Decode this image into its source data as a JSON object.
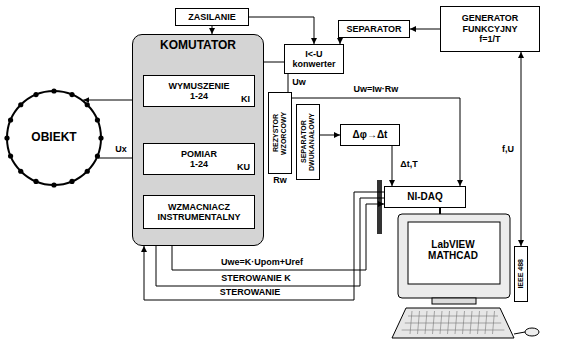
{
  "diagram": {
    "nodes": [
      {
        "text": [
          "ZASILANIE"
        ]
      },
      {
        "text": [
          "SEPARATOR"
        ]
      },
      {
        "text": [
          "GENERATOR FUNKCYJNY",
          "f=1/T"
        ]
      },
      {
        "text": [
          "KOMUTATOR"
        ]
      },
      {
        "text": [
          "WYMUSZENIE",
          "1-24",
          "KI"
        ],
        "in": 3
      },
      {
        "text": [
          "POMIAR",
          "1-24",
          "KU"
        ],
        "in": 3
      },
      {
        "text": [
          "WZMACNIACZ INSTRUMENTALNY"
        ],
        "in": 3
      },
      {
        "text": [
          "OBIEKT"
        ]
      },
      {
        "text": [
          "I<-U",
          "konwerter"
        ]
      },
      {
        "text": [
          "REZYSTOR WZORCOWY",
          "Rw"
        ]
      },
      {
        "text": [
          "SEPARATOR DWUKANAŁOWY"
        ]
      },
      {
        "text": [
          "Δφ→Δt"
        ]
      },
      {
        "text": [
          "NI-DAQ"
        ]
      },
      {
        "text": [
          "LabVIEW MATHCAD"
        ]
      },
      {
        "text": [
          "IEEE 488"
        ]
      }
    ],
    "edges": [
      {
        "from": 0,
        "to": 3,
        "arrow": "to"
      },
      {
        "from": 0,
        "to": 8,
        "arrow": "to"
      },
      {
        "from": 2,
        "to": 1,
        "arrow": "to"
      },
      {
        "from": 1,
        "to": 8,
        "arrow": "to"
      },
      {
        "from": 8,
        "to": 4,
        "arrow": "to"
      },
      {
        "from": 8,
        "to": 9,
        "arrow": "none"
      },
      {
        "from": 4,
        "to": 7,
        "arrow": "to"
      },
      {
        "from": 7,
        "to": 5,
        "label": "Ux",
        "arrow": "to"
      },
      {
        "from": 5,
        "to": 6,
        "arrow": "to"
      },
      {
        "from": 10,
        "to": 11,
        "arrow": "to"
      },
      {
        "from": 11,
        "to": 12,
        "label": "Δt,T",
        "arrow": "to"
      },
      {
        "from": 9,
        "to": 12,
        "label": "Uw=Iw·Rw",
        "arrow": "to"
      },
      {
        "from": 6,
        "to": 12,
        "label": "Uwe=K·Upom+Uref",
        "arrow": "to"
      },
      {
        "from": 12,
        "to": 6,
        "label": "STEROWANIE K",
        "arrow": "to"
      },
      {
        "from": 12,
        "to": 3,
        "label": "STEROWANIE",
        "arrow": "to"
      },
      {
        "from": 2,
        "to": 14,
        "label": "f,U",
        "arrow": "both"
      }
    ],
    "labels": [
      "Uw"
    ]
  }
}
